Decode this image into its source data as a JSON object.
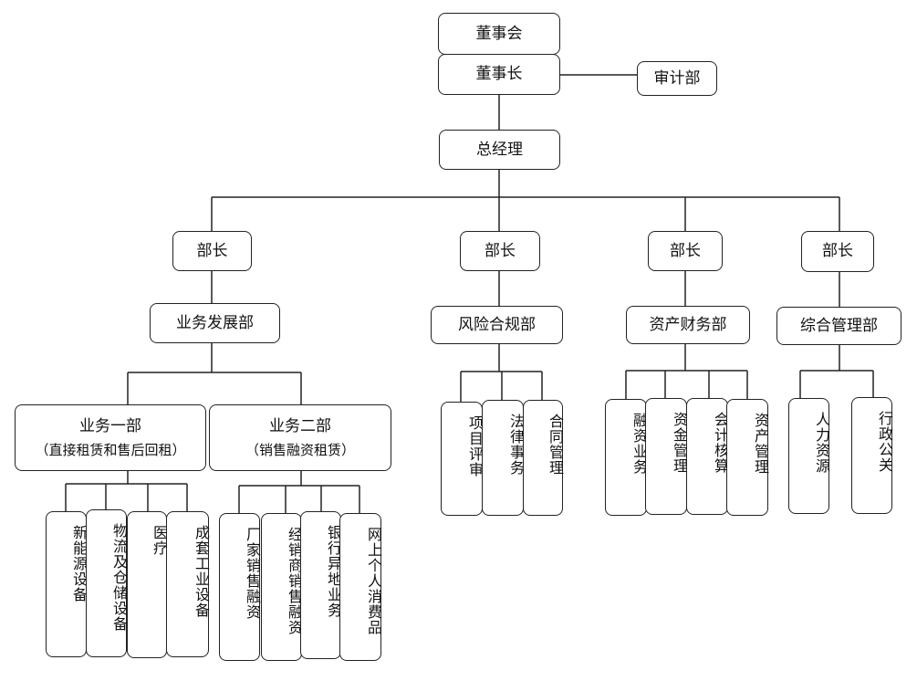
{
  "board": "董事会",
  "chairman": "董事长",
  "audit": "审计部",
  "gm": "总经理",
  "ministers": [
    "部长",
    "部长",
    "部长",
    "部长"
  ],
  "departments": {
    "business": "业务发展部",
    "risk": "风险合规部",
    "finance": "资产财务部",
    "admin": "综合管理部"
  },
  "business_units": [
    {
      "name": "业务一部",
      "detail": "（直接租赁和售后回租）"
    },
    {
      "name": "业务二部",
      "detail": "（销售融资租赁）"
    }
  ],
  "unit1_items": [
    "新能源设备",
    "物流及仓储设备",
    "医疗",
    "成套工业设备"
  ],
  "unit2_items": [
    "厂家销售融资",
    "经销商销售融资",
    "银行异地业务",
    "网上个人消费品"
  ],
  "risk_items": [
    "项目评审",
    "法律事务",
    "合同管理"
  ],
  "finance_items": [
    "融资业务",
    "资金管理",
    "会计核算",
    "资产管理"
  ],
  "admin_items": [
    "人力资源",
    "行政公关"
  ]
}
